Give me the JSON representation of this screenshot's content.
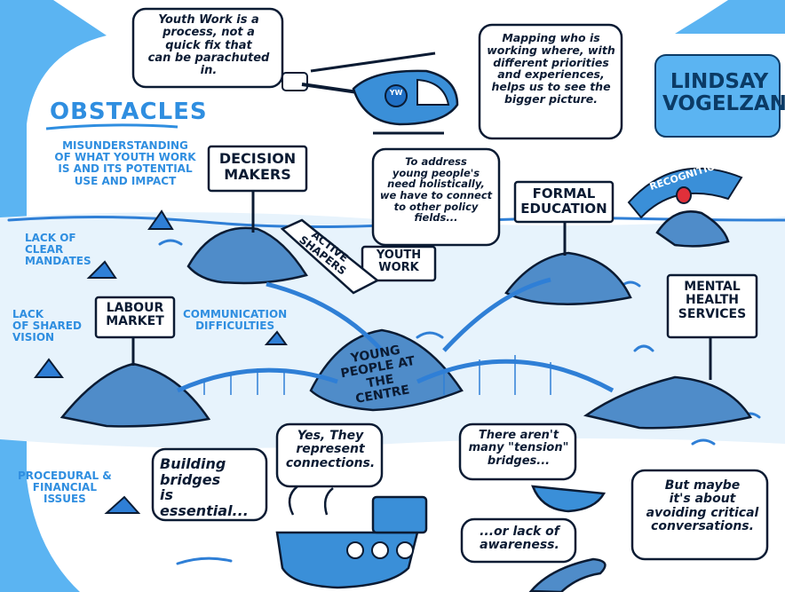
{
  "colors": {
    "sky_blue": "#5bb4f2",
    "sea_blue": "#2f7fd6",
    "mountain_blue": "#4f8cc9",
    "dark_outline": "#0b1b33",
    "obstacle_text": "#2f8ee0",
    "author_text": "#0b3b66",
    "recognition_banner": "#3a8fd8",
    "siren_red": "#e0303a"
  },
  "author": {
    "name": "LINDSAY\nVOGELZANG"
  },
  "obstacles": {
    "heading": "OBSTACLES",
    "items": [
      "MISUNDERSTANDING\nOF WHAT YOUTH WORK\nIS AND ITS POTENTIAL\nUSE AND IMPACT",
      "LACK OF\nCLEAR\nMANDATES",
      "LACK\nOF SHARED\nVISION",
      "COMMUNICATION\nDIFFICULTIES",
      "PROCEDURAL &\nFINANCIAL\nISSUES"
    ]
  },
  "bubbles": {
    "youth_work_process": "Youth Work is a\nprocess, not a\nquick fix that\ncan be parachuted in.",
    "mapping": "Mapping who is\nworking where, with\ndifferent priorities\nand experiences,\nhelps us to see the\nbigger picture.",
    "address_needs": "To address\nyoung people's\nneed holistically,\nwe have to connect\nto other policy\nfields...",
    "building_bridges": "Building\nbridges\nis essential...",
    "yes_they": "Yes, They\nrepresent\nconnections.",
    "tension_bridges": "There aren't\nmany \"tension\"\nbridges...",
    "critical_conversations": "But maybe\nit's about\navoiding critical\nconversations.",
    "lack_awareness": "...or lack of\nawareness."
  },
  "signs": {
    "decision_makers": "DECISION\nMAKERS",
    "formal_education": "FORMAL\nEDUCATION",
    "youth_work": "YOUTH\nWORK",
    "labour_market": "LABOUR\nMARKET",
    "mental_health": "MENTAL\nHEALTH\nSERVICES",
    "active_shapers": "ACTIVE\nSHAPERS",
    "young_people": "YOUNG\nPEOPLE AT THE\nCENTRE",
    "recognition": "RECOGNITION"
  },
  "helicopter": {
    "badge": "YW"
  }
}
